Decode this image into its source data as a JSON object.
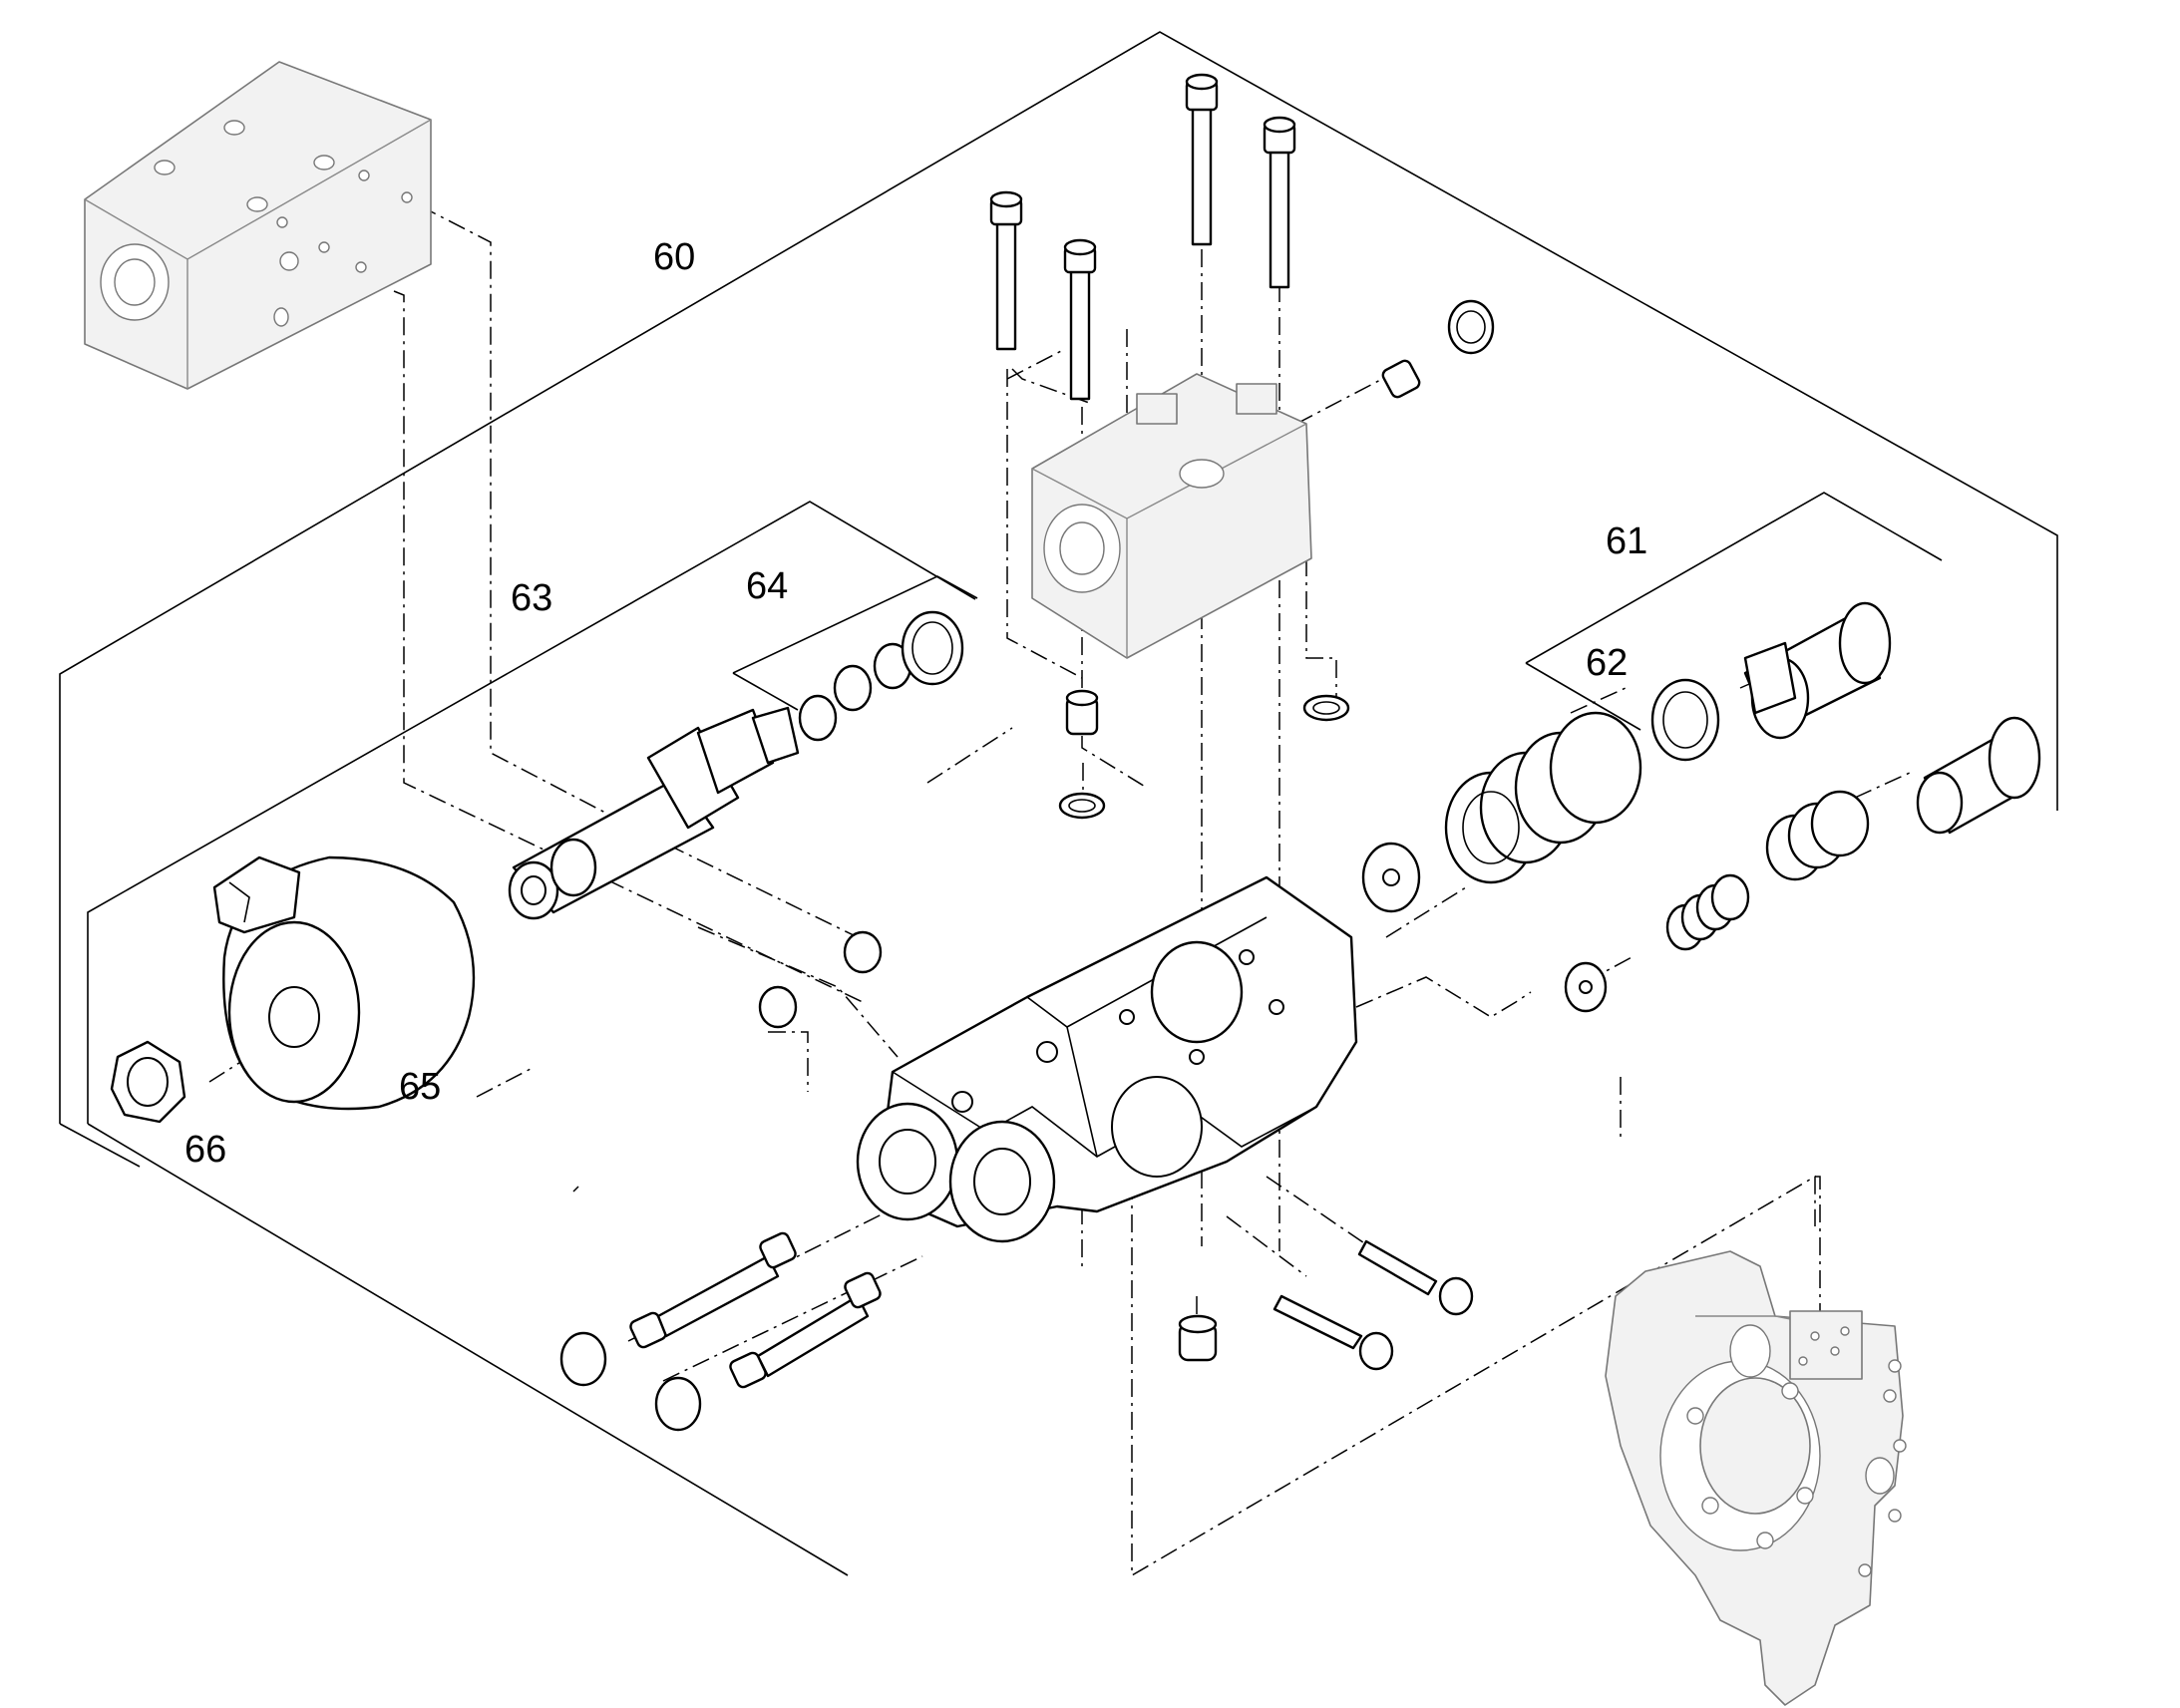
{
  "diagram": {
    "callouts": [
      {
        "id": "60",
        "label": "60"
      },
      {
        "id": "61",
        "label": "61"
      },
      {
        "id": "62",
        "label": "62"
      },
      {
        "id": "63",
        "label": "63"
      },
      {
        "id": "64",
        "label": "64"
      },
      {
        "id": "65",
        "label": "65"
      },
      {
        "id": "66",
        "label": "66"
      }
    ],
    "colors": {
      "line": "#000000",
      "ghost_fill": "#f2f2f2",
      "ghost_stroke": "#777777",
      "background": "#ffffff"
    }
  }
}
